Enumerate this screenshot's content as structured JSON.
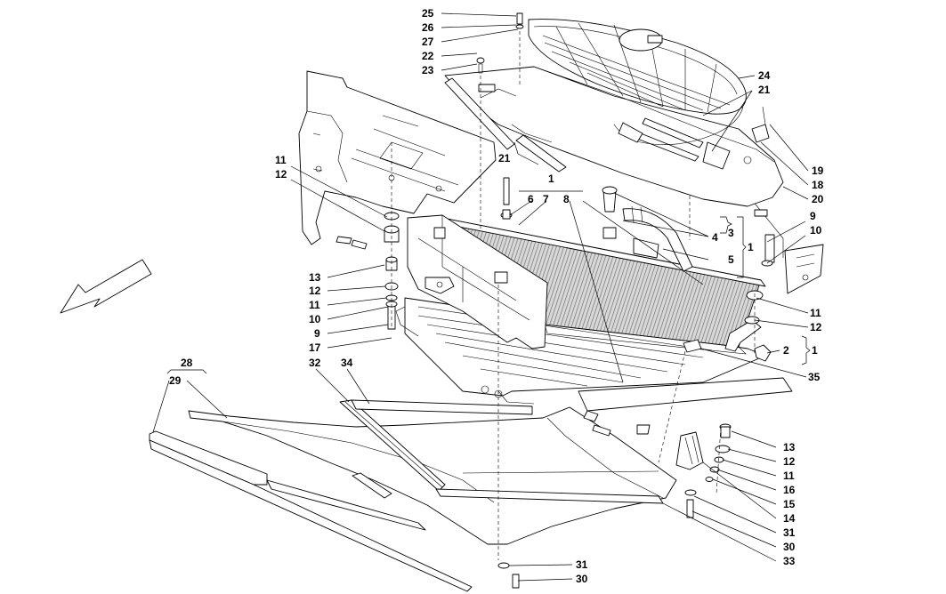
{
  "diagram": {
    "labels": {
      "n25": "25",
      "n26": "26",
      "n27": "27",
      "n22": "22",
      "n23": "23",
      "n24": "24",
      "n21a": "21",
      "n21b": "21",
      "n19": "19",
      "n18": "18",
      "n20": "20",
      "n1a": "1",
      "n6": "6",
      "n7": "7",
      "n8": "8",
      "n11a": "11",
      "n12a": "12",
      "n4": "4",
      "n3": "3",
      "n5": "5",
      "n1b": "1",
      "n9a": "9",
      "n10a": "10",
      "n13a": "13",
      "n12b": "12",
      "n11b": "11",
      "n10b": "10",
      "n9b": "9",
      "n17": "17",
      "n11c": "11",
      "n12c": "12",
      "n1c": "1",
      "n2": "2",
      "n35": "35",
      "n28": "28",
      "n29": "29",
      "n32": "32",
      "n34": "34",
      "n13b": "13",
      "n12d": "12",
      "n11d": "11",
      "n16": "16",
      "n15": "15",
      "n14": "14",
      "n31a": "31",
      "n30a": "30",
      "n33": "33",
      "n31b": "31",
      "n30b": "30"
    },
    "icons": {
      "direction_arrow": "front-direction-arrow-icon"
    }
  }
}
